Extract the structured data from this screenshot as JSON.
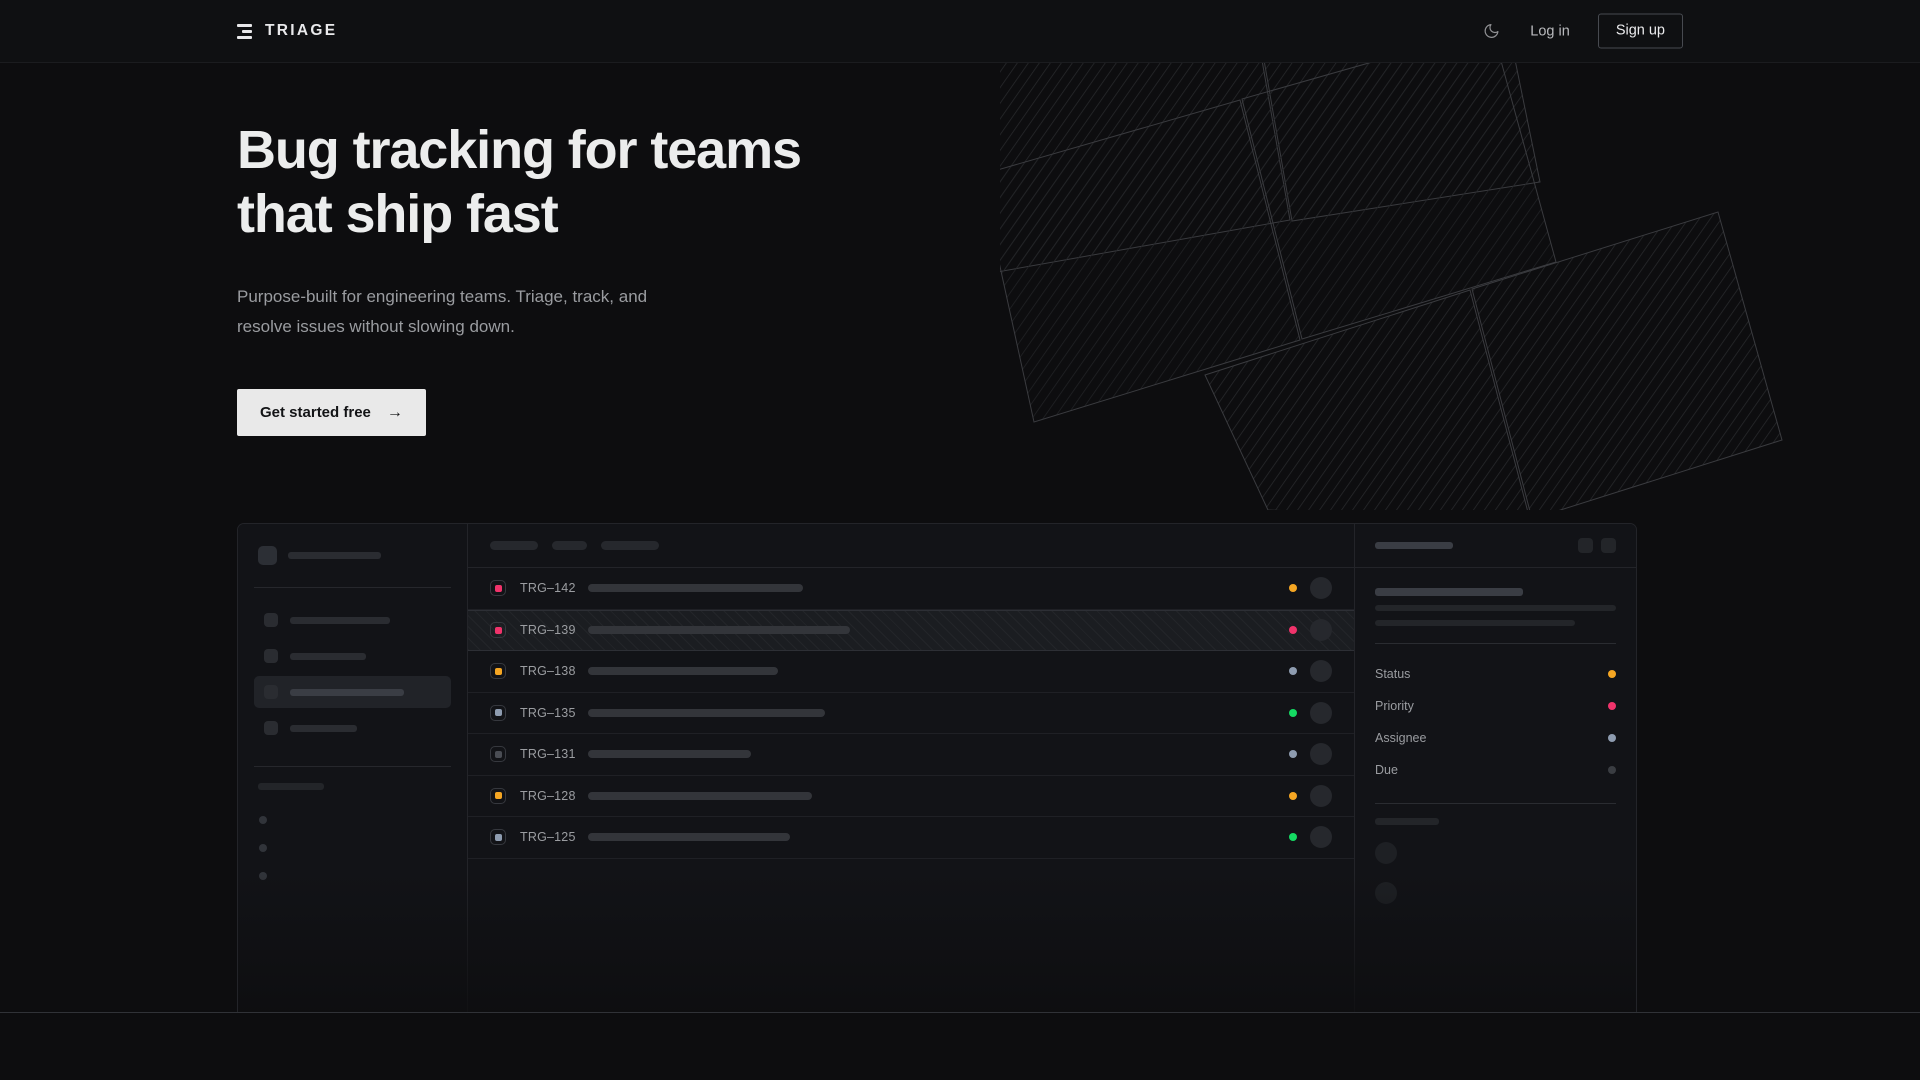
{
  "header": {
    "brand": "TRIAGE",
    "logo_icon": "stacked-bars-logo-icon",
    "theme_toggle_icon": "moon-icon",
    "login_label": "Log in",
    "signup_label": "Sign up"
  },
  "hero": {
    "headline": "Bug tracking for teams\nthat ship fast",
    "subheadline": "Purpose-built for engineering teams. Triage, track, and\nresolve issues without slowing down.",
    "cta_label": "Get started free",
    "cta_arrow": "→"
  },
  "colors": {
    "page_bg": "#0d0d0f",
    "panel_bg": "#121317",
    "border": "#232429",
    "text_primary": "#eceded",
    "text_muted": "#9a9ca0",
    "cta_bg": "#e9e9e9",
    "priority_urgent": "#f0336b",
    "priority_high": "#f5a623",
    "priority_medium": "#8e9cb0",
    "priority_low": "#4a4d54",
    "status_open": "#f5a623",
    "status_blocked": "#f0336b",
    "status_review": "#8e9cb0",
    "status_done": "#15db63",
    "status_none": "#3a3d42"
  },
  "mock": {
    "sidebar": {
      "workspace_label_width": 93,
      "nav_items": [
        {
          "name": "nav-inbox",
          "width": 100,
          "active": false
        },
        {
          "name": "nav-issues",
          "width": 76,
          "active": false
        },
        {
          "name": "nav-triage",
          "width": 114,
          "active": true
        },
        {
          "name": "nav-backlog",
          "width": 67,
          "active": false
        }
      ],
      "section_label_width": 66,
      "mini_items": [
        {
          "name": "project-item-1"
        },
        {
          "name": "project-item-2"
        },
        {
          "name": "project-item-3"
        }
      ]
    },
    "list": {
      "toolbar_chips": [
        48,
        35,
        58
      ],
      "rows": [
        {
          "key": "TRG–142",
          "priority": "#f0336b",
          "status": "#f5a623",
          "title_width": 215,
          "selected": false
        },
        {
          "key": "TRG–139",
          "priority": "#f0336b",
          "status": "#f0336b",
          "title_width": 262,
          "selected": true
        },
        {
          "key": "TRG–138",
          "priority": "#f5a623",
          "status": "#8e9cb0",
          "title_width": 190,
          "selected": false
        },
        {
          "key": "TRG–135",
          "priority": "#8e9cb0",
          "status": "#15db63",
          "title_width": 237,
          "selected": false
        },
        {
          "key": "TRG–131",
          "priority": "#4a4d54",
          "status": "#8e9cb0",
          "title_width": 163,
          "selected": false
        },
        {
          "key": "TRG–128",
          "priority": "#f5a623",
          "status": "#f5a623",
          "title_width": 224,
          "selected": false
        },
        {
          "key": "TRG–125",
          "priority": "#8e9cb0",
          "status": "#15db63",
          "title_width": 202,
          "selected": false
        }
      ]
    },
    "detail": {
      "title_sk_width": 78,
      "head_buttons": [
        "detail-action-1",
        "detail-action-2"
      ],
      "body_sk_widths": [
        148,
        241,
        200
      ],
      "meta": [
        {
          "label": "Status",
          "color": "#f5a623"
        },
        {
          "label": "Priority",
          "color": "#f0336b"
        },
        {
          "label": "Assignee",
          "color": "#8e9cb0"
        },
        {
          "label": "Due",
          "color": "#3a3d42"
        }
      ],
      "comments_label_width": 64,
      "comments": [
        "comment-1",
        "comment-2"
      ]
    }
  }
}
